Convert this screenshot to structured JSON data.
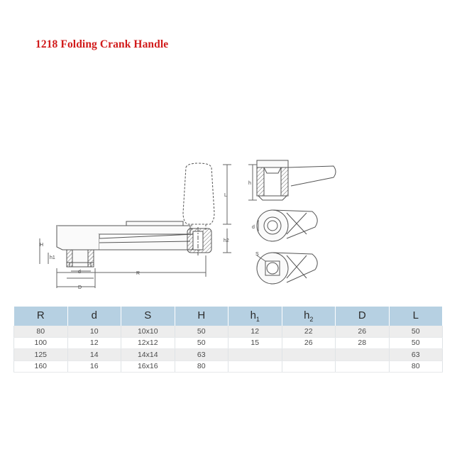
{
  "title": "1218 Folding Crank Handle",
  "drawing_labels": {
    "H": "H",
    "h1": "h1",
    "d": "d",
    "D": "D",
    "R": "R",
    "L": "L",
    "h2": "h2",
    "h": "h",
    "d_side": "d",
    "S": "S"
  },
  "table": {
    "headers": [
      {
        "main": "R",
        "sub": ""
      },
      {
        "main": "d",
        "sub": ""
      },
      {
        "main": "S",
        "sub": ""
      },
      {
        "main": "H",
        "sub": ""
      },
      {
        "main": "h",
        "sub": "1"
      },
      {
        "main": "h",
        "sub": "2"
      },
      {
        "main": "D",
        "sub": ""
      },
      {
        "main": "L",
        "sub": ""
      }
    ],
    "rows": [
      [
        "80",
        "10",
        "10x10",
        "50",
        "12",
        "22",
        "26",
        "50"
      ],
      [
        "100",
        "12",
        "12x12",
        "50",
        "15",
        "26",
        "28",
        "50"
      ],
      [
        "125",
        "14",
        "14x14",
        "63",
        "",
        "",
        "",
        "63"
      ],
      [
        "160",
        "16",
        "16x16",
        "80",
        "",
        "",
        "",
        "80"
      ]
    ]
  }
}
